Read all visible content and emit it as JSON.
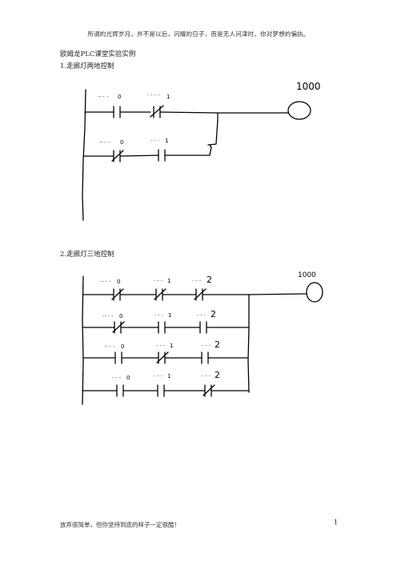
{
  "header": {
    "text": "所谓的光辉岁月，并不是以后，闪耀的日子，而是无人问津时，你对梦想的偏执。"
  },
  "document": {
    "title": "欧姆龙PLC课堂实验实例",
    "section1": "1.走廊灯两地控制",
    "section2": "2.走廊灯三地控制"
  },
  "diagram1": {
    "contacts": [
      {
        "addr": "0",
        "type": "NO"
      },
      {
        "addr": "1",
        "type": "NC"
      },
      {
        "addr": "0",
        "type": "NC"
      },
      {
        "addr": "1",
        "type": "NO"
      }
    ],
    "coil": "1000"
  },
  "diagram2": {
    "rows": [
      [
        {
          "addr": "0",
          "type": "NC"
        },
        {
          "addr": "1",
          "type": "NC"
        },
        {
          "addr": "2",
          "type": "NC"
        }
      ],
      [
        {
          "addr": "0",
          "type": "NC"
        },
        {
          "addr": "1",
          "type": "NO"
        },
        {
          "addr": "2",
          "type": "NO"
        }
      ],
      [
        {
          "addr": "0",
          "type": "NO"
        },
        {
          "addr": "1",
          "type": "NC"
        },
        {
          "addr": "2",
          "type": "NO"
        }
      ],
      [
        {
          "addr": "0",
          "type": "NO"
        },
        {
          "addr": "1",
          "type": "NO"
        },
        {
          "addr": "2",
          "type": "NC"
        }
      ]
    ],
    "coil": "1000"
  },
  "footer": {
    "text": "放弃很简单，但你坚持到底的样子一定很酷！",
    "page": "1"
  }
}
